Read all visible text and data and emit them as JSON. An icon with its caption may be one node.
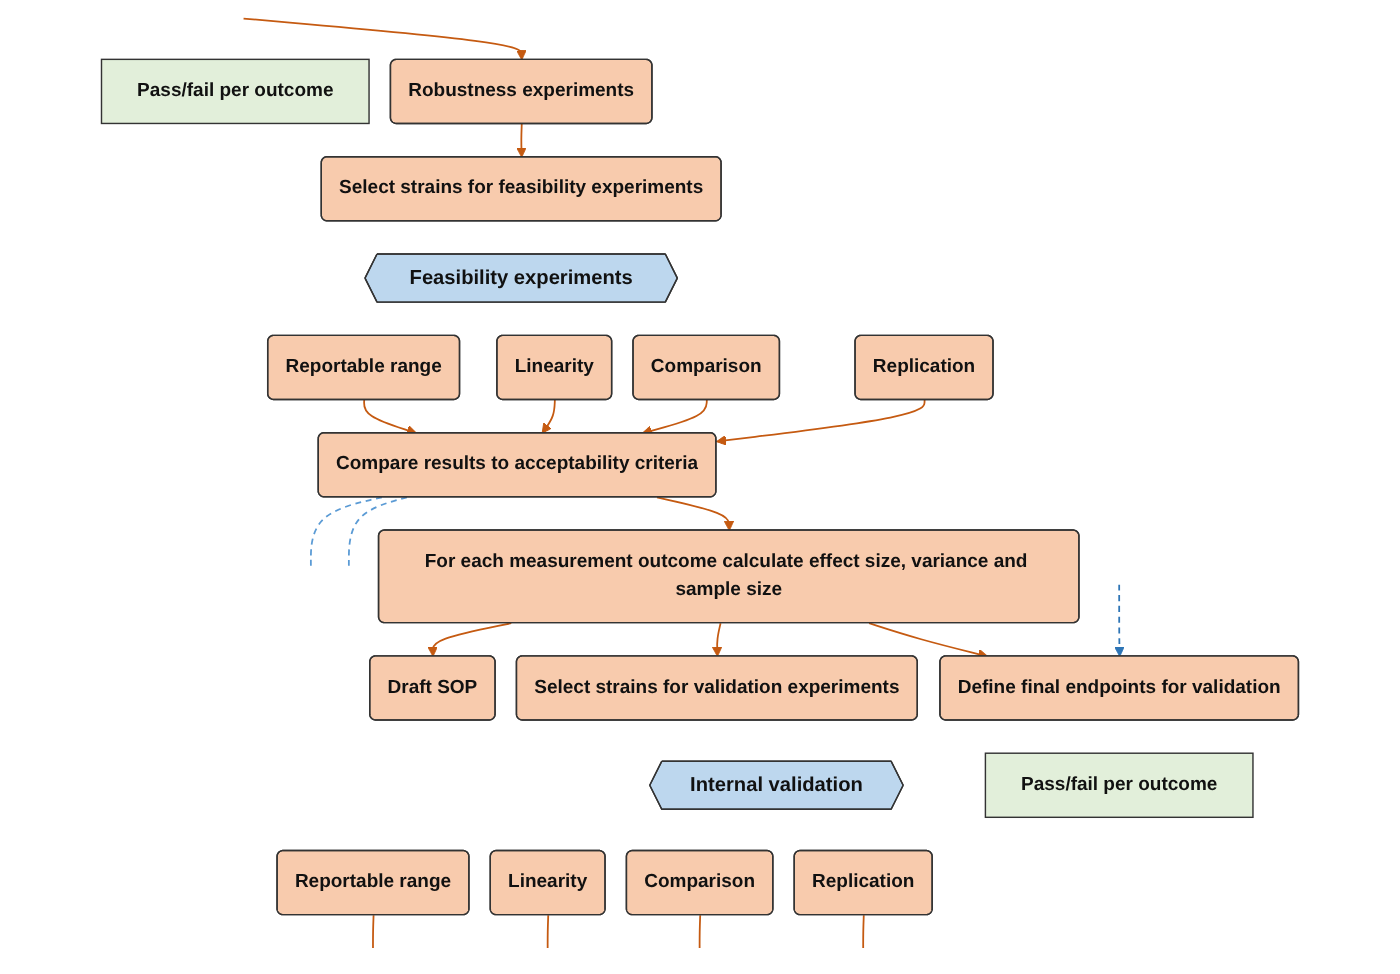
{
  "diagram": {
    "nodes": [
      {
        "text": [
          "Robustness experiments"
        ]
      },
      {
        "text": [
          "Pass/fail per outcome"
        ]
      },
      {
        "text": [
          "Select strains for feasibility experiments"
        ]
      },
      {
        "text": [
          "Feasibility experiments"
        ]
      },
      {
        "text": [
          "Replication"
        ]
      },
      {
        "text": [
          "Comparison"
        ]
      },
      {
        "text": [
          "Linearity"
        ]
      },
      {
        "text": [
          "Reportable range"
        ]
      },
      {
        "text": [
          "Compare results to acceptability criteria"
        ]
      },
      {
        "text": [
          "For each measurement outcome calculate effect size, variance and sample size"
        ]
      },
      {
        "text": [
          "Define final endpoints for validation"
        ]
      },
      {
        "text": [
          "Select strains for validation experiments"
        ]
      },
      {
        "text": [
          "Draft SOP"
        ]
      },
      {
        "text": [
          "Pass/fail per outcome"
        ]
      },
      {
        "text": [
          "Internal validation"
        ]
      },
      {
        "text": [
          "Replication"
        ]
      },
      {
        "text": [
          "Comparison"
        ]
      },
      {
        "text": [
          "Linearity"
        ]
      },
      {
        "text": [
          "Reportable range"
        ]
      }
    ],
    "edges": [
      {
        "from": null,
        "to": 0,
        "arrow": "to"
      },
      {
        "from": 0,
        "to": 2,
        "arrow": "to"
      },
      {
        "from": 4,
        "to": 8,
        "arrow": "to"
      },
      {
        "from": 5,
        "to": 8,
        "arrow": "to"
      },
      {
        "from": 6,
        "to": 8,
        "arrow": "to"
      },
      {
        "from": 7,
        "to": 8,
        "arrow": "to"
      },
      {
        "from": 8,
        "to": 9,
        "arrow": "to"
      },
      {
        "from": 9,
        "to": 10,
        "arrow": "to"
      },
      {
        "from": 9,
        "to": 11,
        "arrow": "to"
      },
      {
        "from": 9,
        "to": 12,
        "arrow": "to"
      },
      {
        "from": 8,
        "to": null,
        "arrow": "none",
        "style": "dashed",
        "color": "#5b9bd5"
      },
      {
        "from": 8,
        "to": null,
        "arrow": "none",
        "style": "dashed",
        "color": "#5b9bd5"
      },
      {
        "from": null,
        "to": 10,
        "arrow": "to",
        "style": "dashed",
        "color": "#2e75b6"
      },
      {
        "from": 15,
        "to": null,
        "arrow": "none"
      },
      {
        "from": 16,
        "to": null,
        "arrow": "none"
      },
      {
        "from": 17,
        "to": null,
        "arrow": "none"
      },
      {
        "from": 18,
        "to": null,
        "arrow": "none"
      }
    ]
  }
}
